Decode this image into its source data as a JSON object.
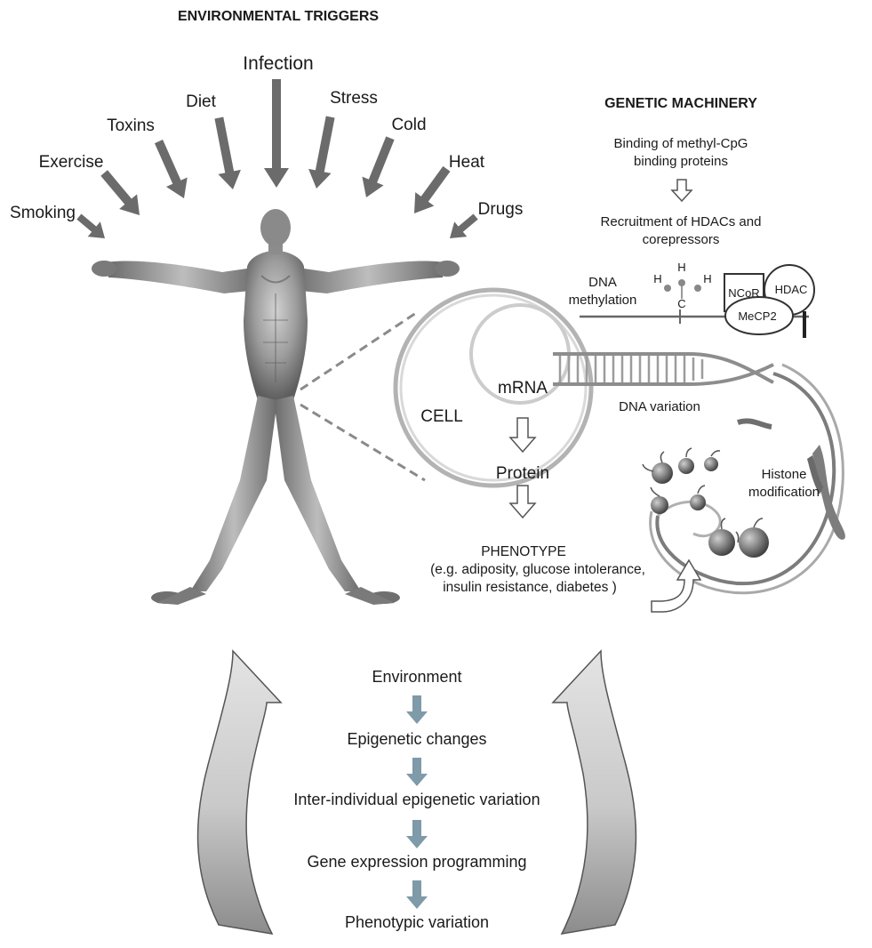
{
  "triggers_title": "ENVIRONMENTAL TRIGGERS",
  "triggers": {
    "smoking": "Smoking",
    "exercise": "Exercise",
    "toxins": "Toxins",
    "diet": "Diet",
    "infection": "Infection",
    "stress": "Stress",
    "cold": "Cold",
    "heat": "Heat",
    "drugs": "Drugs"
  },
  "genetic": {
    "title": "GENETIC MACHINERY",
    "step1_line1": "Binding of methyl-CpG",
    "step1_line2": "binding proteins",
    "step2_line1": "Recruitment of HDACs and",
    "step2_line2": "corepressors",
    "dna_meth_line1": "DNA",
    "dna_meth_line2": "methylation",
    "h1": "H",
    "h2": "H",
    "h3": "H",
    "c": "C",
    "ncor": "NCoR",
    "hdac": "HDAC",
    "mecp2": "MeCP2"
  },
  "cell": {
    "cell": "CELL",
    "mrna": "mRNA",
    "protein": "Protein",
    "phenotype": "PHENOTYPE",
    "examples_line1": "(e.g. adiposity, glucose intolerance,",
    "examples_line2": "insulin resistance, diabetes )",
    "dna_variation": "DNA variation",
    "histone_line1": "Histone",
    "histone_line2": "modification"
  },
  "flow": [
    "Environment",
    "Epigenetic changes",
    "Inter-individual epigenetic variation",
    "Gene expression programming",
    "Phenotypic variation"
  ],
  "colors": {
    "trigger_arrow": "#6b6b6b",
    "flow_arrow": "#7f9aa8",
    "body": "#9a9a9a",
    "curve_light": "#d6d6d6",
    "curve_dark": "#8e8e8e"
  }
}
